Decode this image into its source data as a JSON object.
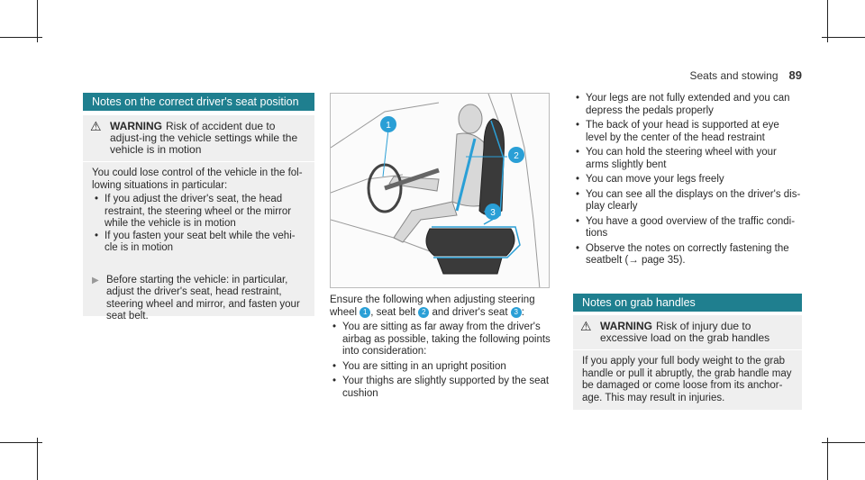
{
  "header": {
    "section": "Seats and stowing",
    "page_number": "89"
  },
  "left": {
    "title": "Notes on the correct driver's seat position",
    "warning": {
      "label": "WARNING",
      "text": "Risk of accident due to adjust-ing the vehicle settings while the vehicle is in motion",
      "body": "You could lose control of the vehicle in the fol-lowing situations in particular:",
      "items": [
        "If you adjust the driver's seat, the head restraint, the steering wheel or the mirror while the vehicle is in motion",
        "If you fasten your seat belt while the vehi-cle is in motion"
      ],
      "action": "Before starting the vehicle: in particular, adjust the driver's seat, head restraint, steering wheel and mirror, and fasten your seat belt."
    }
  },
  "middle": {
    "figure_callouts": [
      "1",
      "2",
      "3"
    ],
    "intro": [
      "Ensure the following when adjusting steering wheel ",
      ", seat belt ",
      " and driver's seat ",
      ":"
    ],
    "items": [
      "You are sitting as far away from the driver's airbag as possible, taking the following points into consideration:",
      "You are sitting in an upright position",
      "Your thighs are slightly supported by the seat cushion"
    ]
  },
  "right": {
    "items": [
      "Your legs are not fully extended and you can depress the pedals properly",
      "The back of your head is supported at eye level by the center of the head restraint",
      "You can hold the steering wheel with your arms slightly bent",
      "You can move your legs freely",
      "You can see all the displays on the driver's dis-play clearly",
      "You have a good overview of the traffic condi-tions",
      "Observe the notes on correctly fastening the seatbelt (→ page 35)."
    ],
    "grab": {
      "title": "Notes on grab handles",
      "warning_label": "WARNING",
      "warning_text": "Risk of injury due to excessive load on the grab handles",
      "body": "If you apply your full body weight to the grab handle or pull it abruptly, the grab handle may be damaged or come loose from its anchor-age. This may result in injuries."
    }
  },
  "colors": {
    "bar": "#1f7f8f",
    "callout": "#2a9fd6",
    "warn_bg": "#efefef"
  }
}
